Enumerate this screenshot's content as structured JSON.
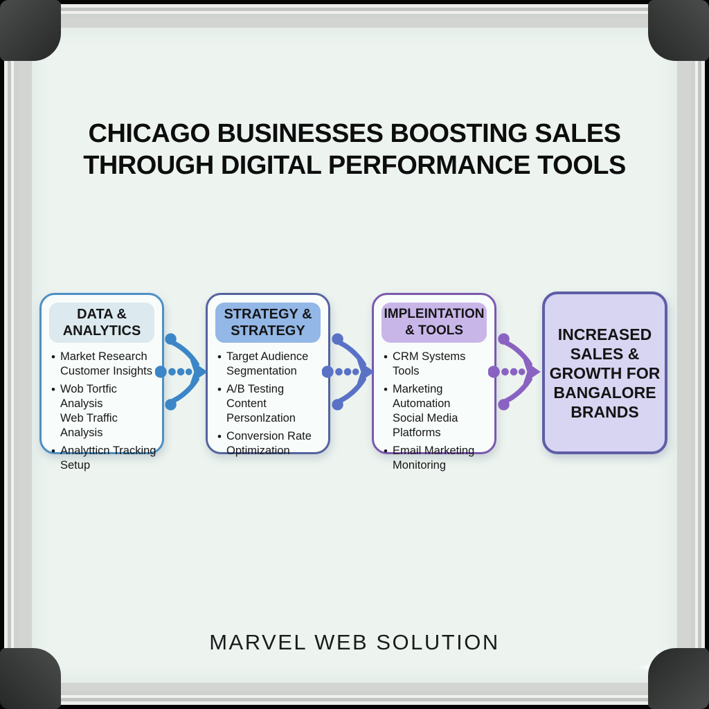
{
  "title": {
    "line1": "CHICAGO BUSINESSES BOOSTING SALES",
    "line2": "THROUGH DIGITAL PERFORMANCE TOOLS"
  },
  "stages": [
    {
      "header": "DATA &\nANALYTICS",
      "bullets": [
        "Market Research\nCustomer Insights",
        "Wob Tortfic Analysis\nWeb Traffic Analysis",
        "Analytticn Tracking\nSetup"
      ],
      "accent_color": "#3b86c6",
      "header_bg": "#dce9ef",
      "border_color": "#4d8fc4"
    },
    {
      "header": "STRATEGY &\nSTRATEGY",
      "bullets": [
        "Target Audience\nSegmentation",
        "A/B Testing\nContent Personlzation",
        "Conversion Rate\nOptimization"
      ],
      "accent_color": "#5a72c6",
      "header_bg": "#93b7e6",
      "border_color": "#54639e"
    },
    {
      "header": "IMPLEINTATION\n& TOOLS",
      "bullets": [
        "CRM Systems\nTools",
        "Marketing Automation\nSocial Media Platforms",
        "Email Marketing\nMonitoring"
      ],
      "accent_color": "#8a63c2",
      "header_bg": "#c9b6e9",
      "border_color": "#7b58ad"
    }
  ],
  "result_box": {
    "text": "INCREASED\nSALES &\nGROWTH FOR\nBANGALORE\nBRANDS",
    "fill": "#d8d5f2",
    "border_color": "#5e5ea6"
  },
  "footer": {
    "brand": "MARVEL WEB SOLUTION"
  },
  "icons": {
    "flow_arrow": "dotted-line-branching-arrow-right",
    "sparkle": "four-point-star"
  },
  "palette": {
    "background": "#000000",
    "frame": "#d2d5d2",
    "corner_caps": "#383a39",
    "board": "#edf4f0",
    "title_color": "#0d0d0d",
    "text_color": "#161616"
  }
}
